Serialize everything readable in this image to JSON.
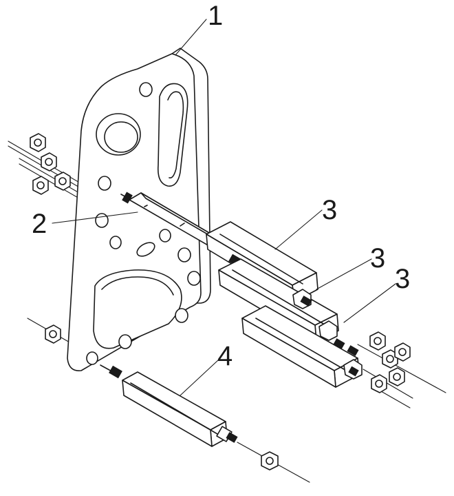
{
  "callouts": [
    {
      "id": "1",
      "label": "1"
    },
    {
      "id": "2",
      "label": "2"
    },
    {
      "id": "3a",
      "label": "3"
    },
    {
      "id": "3b",
      "label": "3"
    },
    {
      "id": "3c",
      "label": "3"
    },
    {
      "id": "4",
      "label": "4"
    }
  ],
  "colors": {
    "line": "#1a1a1a",
    "background": "#ffffff"
  }
}
